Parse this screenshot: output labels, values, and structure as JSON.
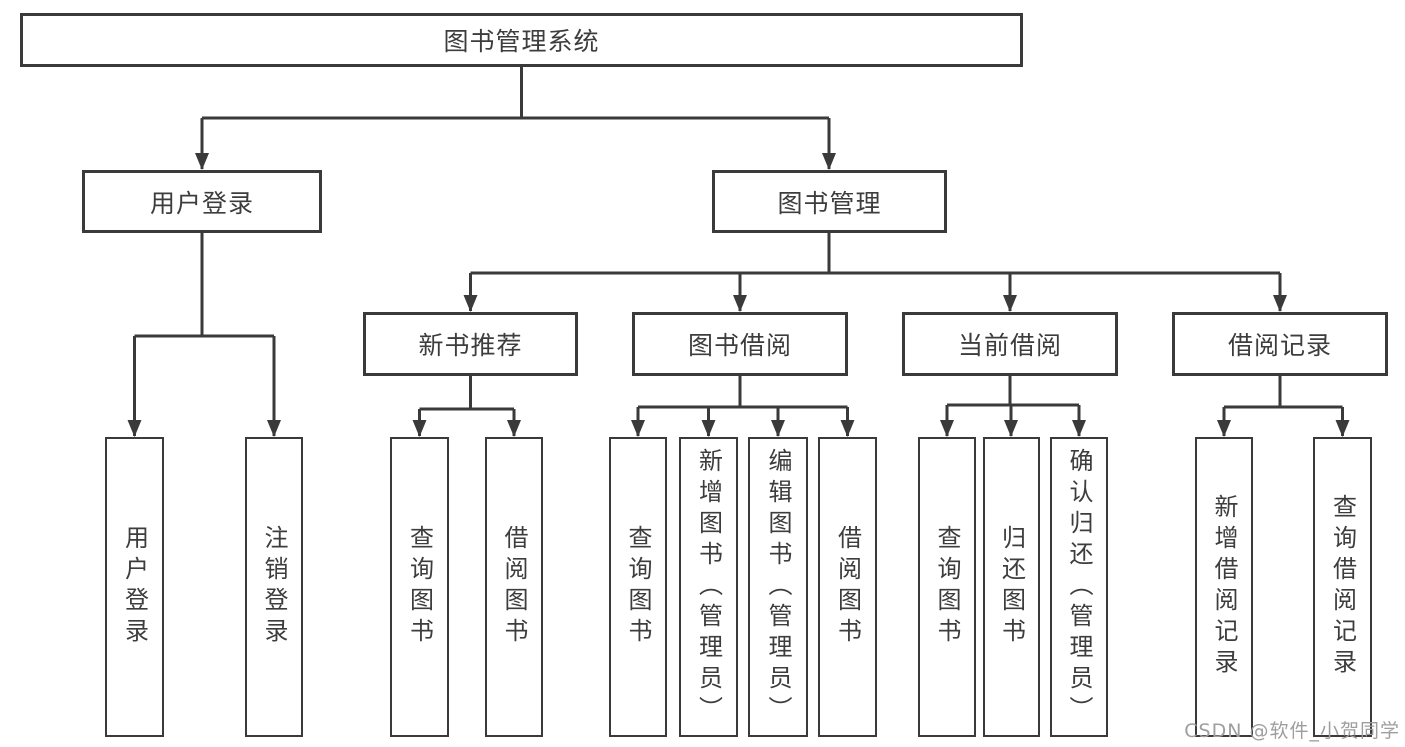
{
  "colors": {
    "background": "#ffffff",
    "line": "#3a3a3a",
    "box_border": "#3a3a3a",
    "text": "#3d3d3d",
    "watermark": "#9e9e9e"
  },
  "watermark": {
    "text": "CSDN @软件_小贺同学"
  },
  "tree": {
    "root": {
      "label": "图书管理系统",
      "children": [
        {
          "label": "用户登录",
          "children": [
            {
              "label": "用户登录"
            },
            {
              "label": "注销登录"
            }
          ]
        },
        {
          "label": "图书管理",
          "children": [
            {
              "label": "新书推荐",
              "children": [
                {
                  "label": "查询图书"
                },
                {
                  "label": "借阅图书"
                }
              ]
            },
            {
              "label": "图书借阅",
              "children": [
                {
                  "label": "查询图书"
                },
                {
                  "label": "新增图书（管理员）"
                },
                {
                  "label": "编辑图书（管理员）"
                },
                {
                  "label": "借阅图书"
                }
              ]
            },
            {
              "label": "当前借阅",
              "children": [
                {
                  "label": "查询图书"
                },
                {
                  "label": "归还图书"
                },
                {
                  "label": "确认归还（管理员）"
                }
              ]
            },
            {
              "label": "借阅记录",
              "children": [
                {
                  "label": "新增借阅记录"
                },
                {
                  "label": "查询借阅记录"
                }
              ]
            }
          ]
        }
      ]
    }
  }
}
